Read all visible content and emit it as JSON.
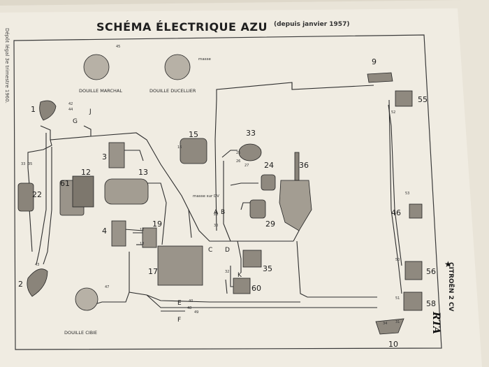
{
  "header": {
    "title": "SCHÉMA ÉLECTRIQUE AZU",
    "subtitle": "(depuis janvier 1957)"
  },
  "side_text": {
    "depot": "Dépôt légal 3e trimestre 1960.",
    "brand_small": "CITROËN 2 CV",
    "brand_logo": "RTA"
  },
  "connectors": {
    "marchal": "DOUILLE MARCHAL",
    "ducellier": "DOUILLE DUCELLIER",
    "cibie": "DOUILLE CIBIE"
  },
  "components": [
    "1",
    "2",
    "3",
    "4",
    "9",
    "10",
    "12",
    "13",
    "15",
    "17",
    "19",
    "22",
    "24",
    "29",
    "33",
    "35",
    "36",
    "46",
    "55",
    "56",
    "58",
    "60",
    "61"
  ],
  "letters": [
    "G",
    "J",
    "A",
    "B",
    "C",
    "D",
    "E",
    "F",
    "K"
  ],
  "notes": {
    "masse": "masse",
    "masse_dv": "masse sur DV"
  },
  "wire_labels": [
    "45",
    "42",
    "44",
    "33",
    "35",
    "52",
    "50",
    "53",
    "51",
    "34",
    "31",
    "32",
    "43",
    "47",
    "48",
    "49",
    "40",
    "12",
    "18",
    "16",
    "25",
    "26",
    "30",
    "28",
    "27"
  ],
  "colors": {
    "paper": "#f0ece2",
    "ink": "#2a2a2a",
    "border": "#3a3a3a"
  }
}
